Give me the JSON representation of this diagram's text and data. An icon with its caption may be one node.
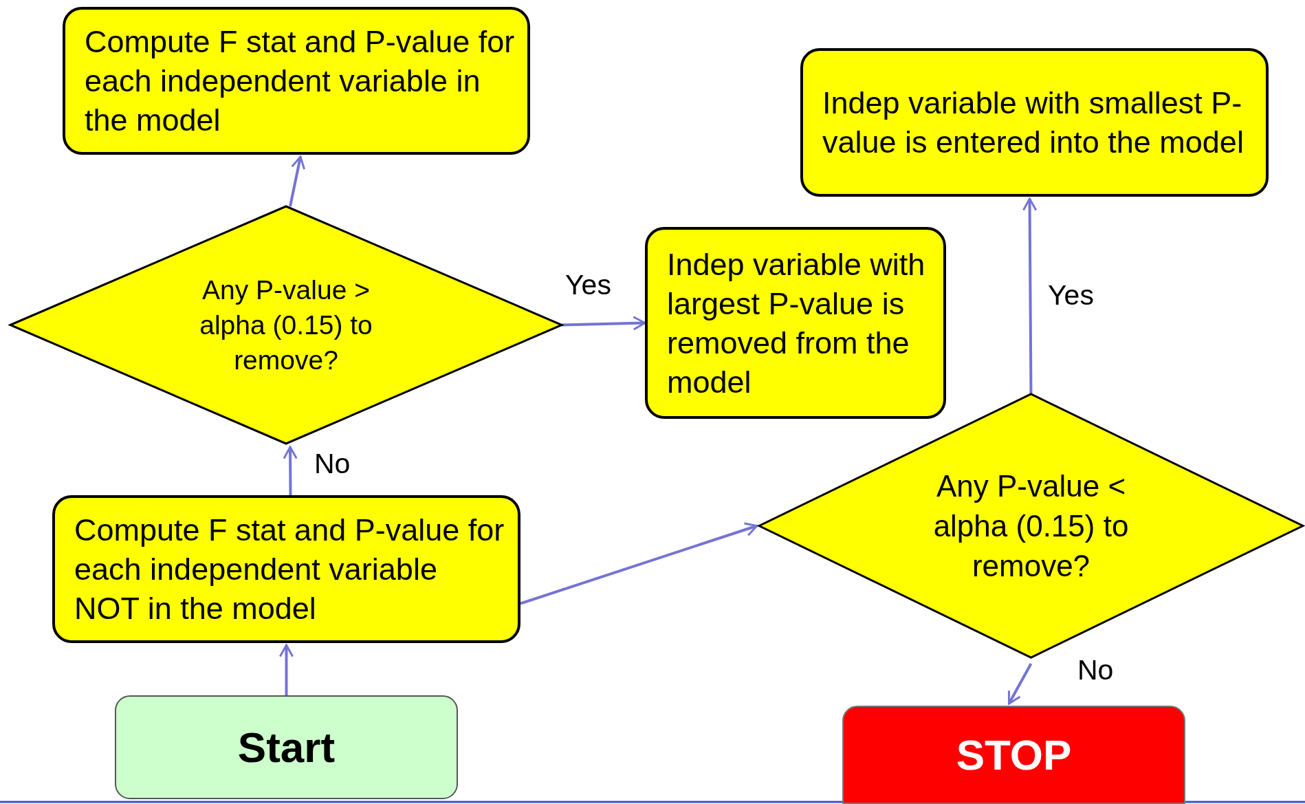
{
  "diagram": {
    "nodes": [
      {
        "text": [
          "Compute F stat and P-value for each independent variable in the model"
        ]
      },
      {
        "text": [
          "Any P-value > alpha (0.15) to remove?"
        ]
      },
      {
        "text": [
          "Indep variable with largest P-value is removed from the model"
        ]
      },
      {
        "text": [
          "Indep variable with smallest P-value is entered into the model"
        ]
      },
      {
        "text": [
          "Compute F stat and P-value for each independent variable NOT in the model"
        ]
      },
      {
        "text": [
          "Any P-value < alpha (0.15) to remove?"
        ]
      },
      {
        "text": [
          "Start"
        ]
      },
      {
        "text": [
          "STOP"
        ]
      }
    ],
    "edges": [
      {
        "from": 6,
        "to": 4,
        "arrow": "to"
      },
      {
        "from": 4,
        "to": 1,
        "arrow": "to",
        "label": "No"
      },
      {
        "from": 1,
        "to": 0,
        "arrow": "to"
      },
      {
        "from": 1,
        "to": 2,
        "arrow": "to",
        "label": "Yes"
      },
      {
        "from": 4,
        "to": 5,
        "arrow": "to"
      },
      {
        "from": 5,
        "to": 3,
        "arrow": "to",
        "label": "Yes"
      },
      {
        "from": 5,
        "to": 7,
        "arrow": "to",
        "label": "No"
      }
    ]
  }
}
